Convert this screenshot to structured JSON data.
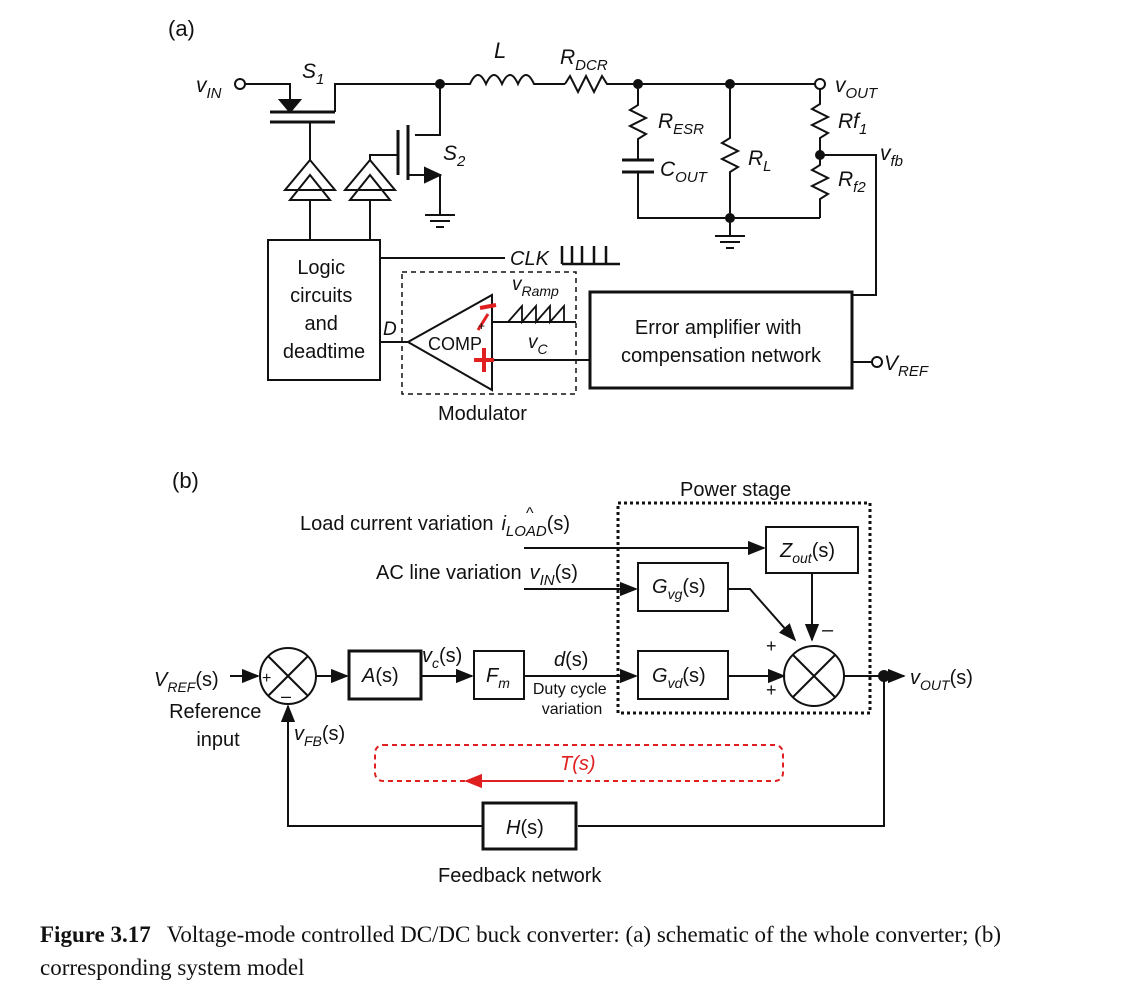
{
  "panel_a": {
    "label": "(a)",
    "vin": "v",
    "vin_sub": "IN",
    "s1": "S",
    "s1_sub": "1",
    "s2": "S",
    "s2_sub": "2",
    "l": "L",
    "rdcr": "R",
    "rdcr_sub": "DCR",
    "resr": "R",
    "resr_sub": "ESR",
    "cout": "C",
    "cout_sub": "OUT",
    "rl": "R",
    "rl_sub": "L",
    "rf1": "Rf",
    "rf1_sub": "1",
    "rf2": "R",
    "rf2_sub": "f2",
    "vout": "v",
    "vout_sub": "OUT",
    "vfb": "v",
    "vfb_sub": "fb",
    "clk": "CLK",
    "logic_lines": [
      "Logic",
      "circuits",
      "and",
      "deadtime"
    ],
    "d": "D",
    "comp": "COMP",
    "vramp": "v",
    "vramp_sub": "Ramp",
    "vc": "v",
    "vc_sub": "C",
    "error_amp_lines": [
      "Error amplifier with",
      "compensation network"
    ],
    "vref": "V",
    "vref_sub": "REF",
    "modulator": "Modulator",
    "minus_sign": "–",
    "plus_sign": "+"
  },
  "panel_b": {
    "label": "(b)",
    "power_stage": "Power stage",
    "load_variation": "Load current variation",
    "iload": "i",
    "iload_sub": "LOAD",
    "iload_arg": "(s)",
    "ac_line": "AC line variation",
    "vin_hat": "v",
    "vin_hat_sub": "IN",
    "vin_hat_arg": "(s)",
    "zout": "Z",
    "zout_sub": "out",
    "zout_arg": "(s)",
    "gvg": "G",
    "gvg_sub": "vg",
    "gvg_arg": "(s)",
    "gvd": "G",
    "gvd_sub": "vd",
    "gvd_arg": "(s)",
    "vref_hat": "V",
    "vref_hat_sub": "REF",
    "vref_hat_arg": "(s)",
    "reference_lines": [
      "Reference",
      "input"
    ],
    "vfb_hat": "v",
    "vfb_hat_sub": "FB",
    "vfb_hat_arg": "(s)",
    "a": "A",
    "a_arg": "(s)",
    "vc_hat": "v",
    "vc_hat_sub": "c",
    "vc_hat_arg": "(s)",
    "fm": "F",
    "fm_sub": "m",
    "d_hat": "d",
    "d_hat_arg": "(s)",
    "duty_lines": [
      "Duty cycle",
      "variation"
    ],
    "vout_hat": "v",
    "vout_hat_sub": "OUT",
    "vout_hat_arg": "(s)",
    "ts": "T(s)",
    "h": "H",
    "h_arg": "(s)",
    "feedback": "Feedback network",
    "plus": "+",
    "minus": "–"
  },
  "caption": {
    "label": "Figure 3.17",
    "text": "Voltage-mode controlled DC/DC buck converter: (a) schematic of the whole converter; (b) corresponding system model"
  },
  "colors": {
    "accent_red": "#e02020",
    "ink": "#111111"
  }
}
